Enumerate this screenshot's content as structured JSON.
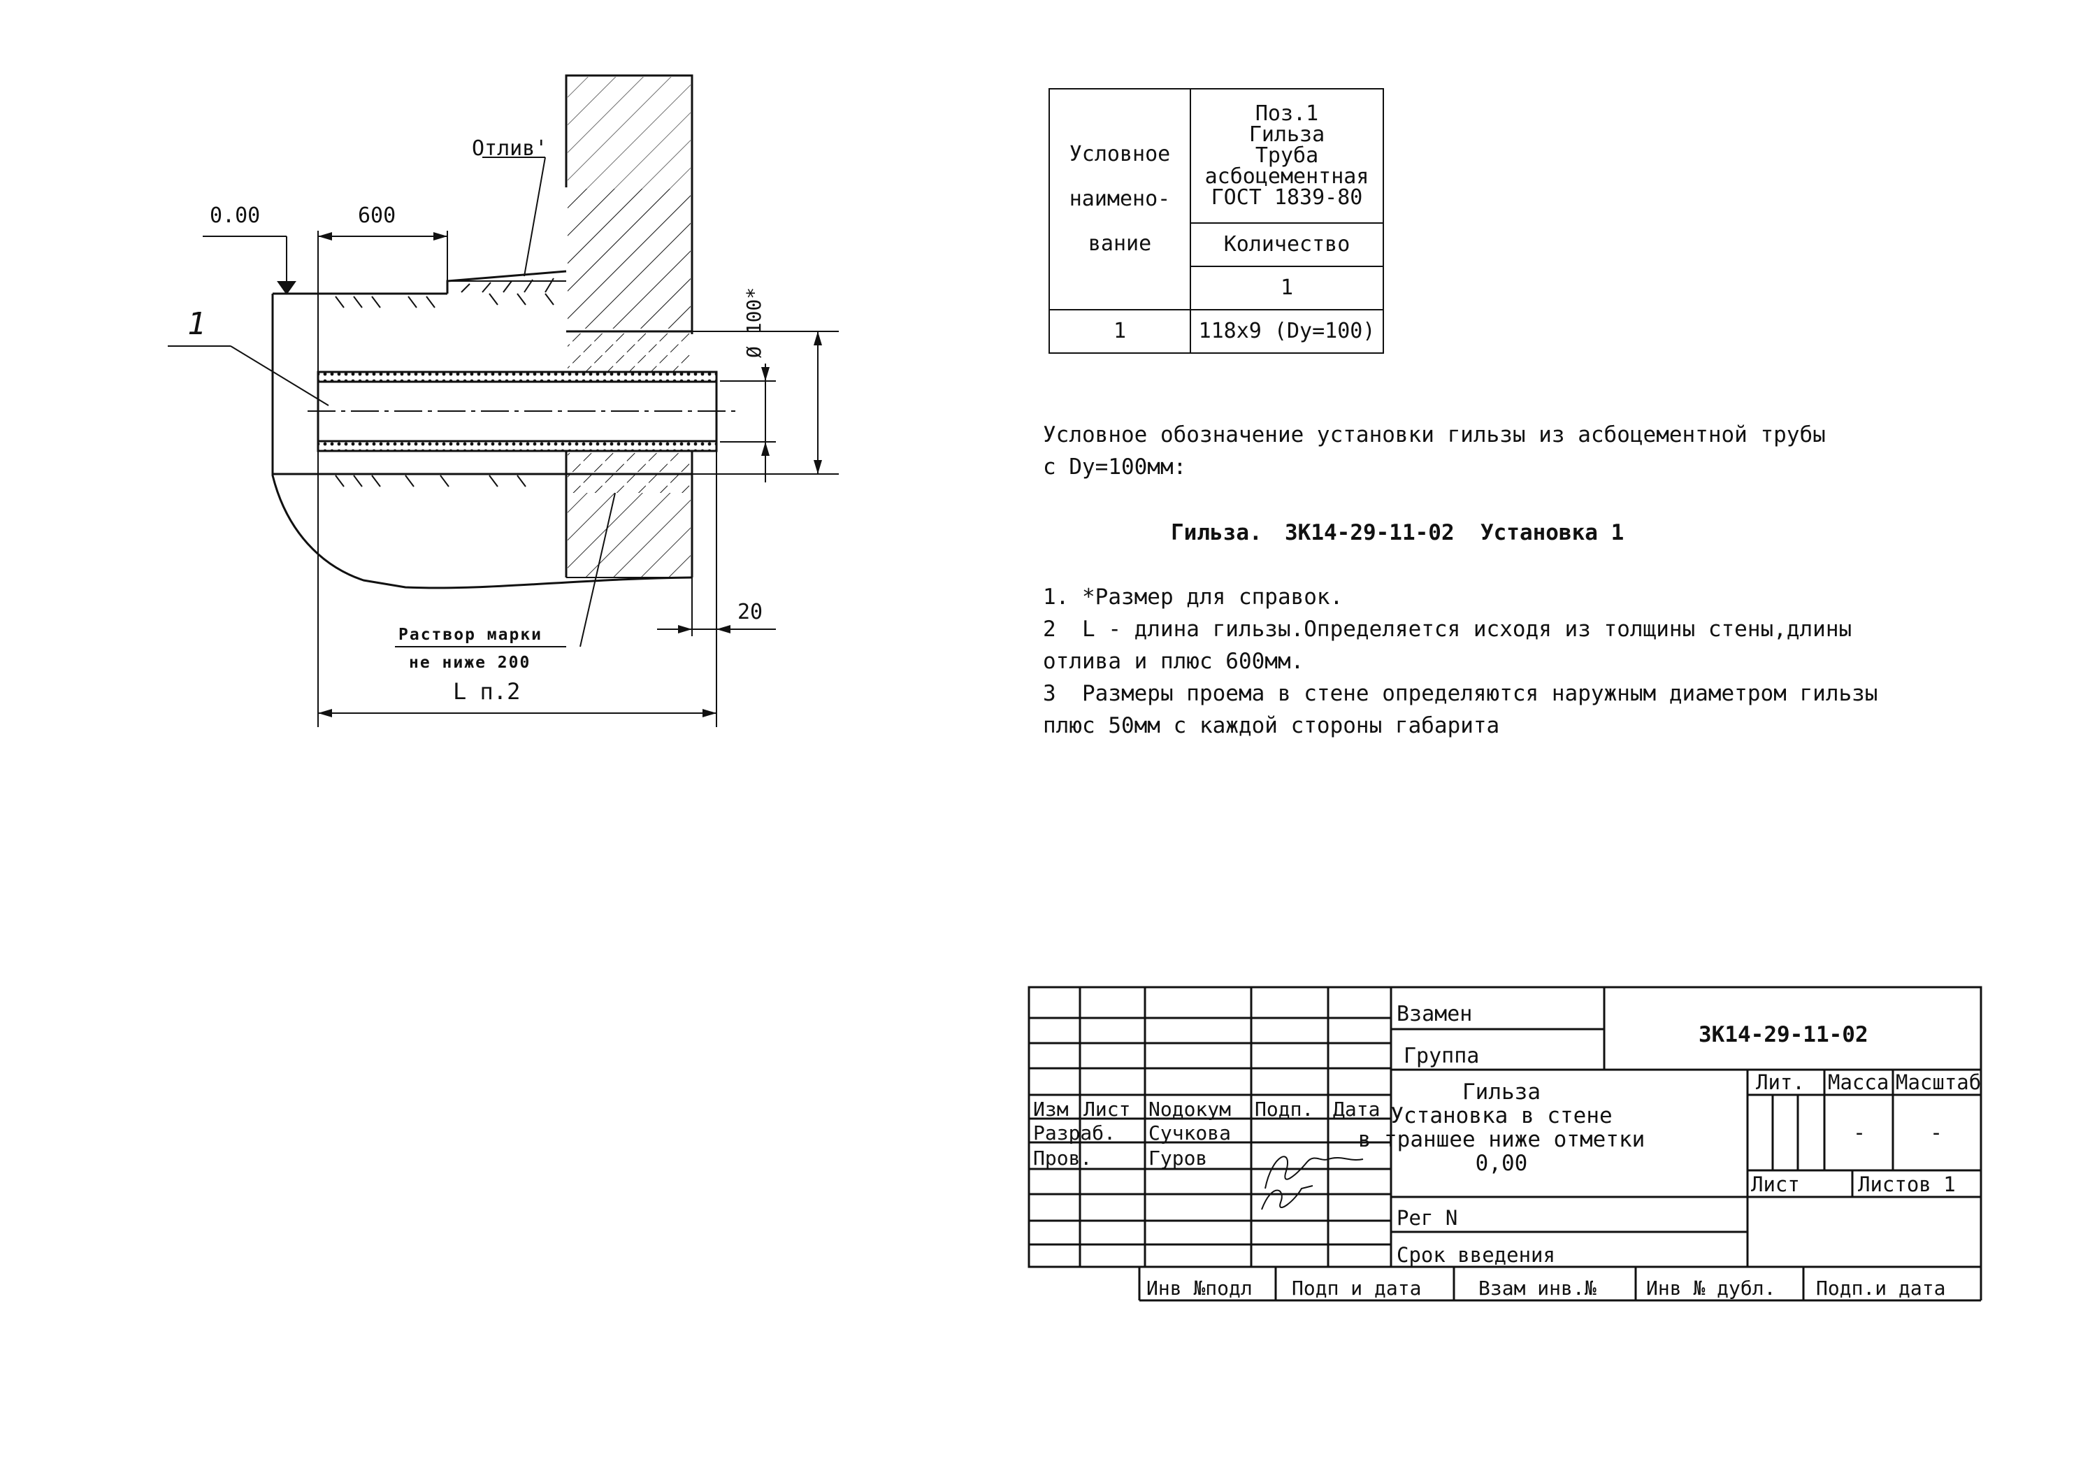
{
  "drawing": {
    "label_zero": "0.00",
    "dim_600": "600",
    "label_otliv": "Отлив'",
    "callout_1": "1",
    "dim_diam": "Ø 100*",
    "dim_20": "20",
    "mortar_line1": "Раствор марки",
    "mortar_line2": "не ниже 200",
    "dim_L": "L п.2"
  },
  "spec_table": {
    "col1_header": [
      "Условное",
      "наимено-",
      "вание"
    ],
    "col2_header": [
      "Поз.1",
      "Гильза",
      "Труба",
      "асбоцементная",
      "ГОСТ 1839-80"
    ],
    "quantity_label": "Количество",
    "quantity_value": "1",
    "row_name": "1",
    "row_value": "118x9 (Dy=100)"
  },
  "notes": {
    "designation_line1": "Условное обозначение установки гильзы из асбоцементной трубы",
    "designation_line2": "с Dy=100мм:",
    "designation_example_a": "Гильза.",
    "designation_example_b": "3К14-29-11-02  Установка 1",
    "note1": "1. *Размер для справок.",
    "note2_line1": "2  L - длина гильзы.Определяется исходя из толщины стены,длины",
    "note2_line2": "отлива и плюс 600мм.",
    "note3_line1": "3  Размеры проема в стене определяются наружным диаметром гильзы",
    "note3_line2": "плюс 50мм с каждой стороны габарита"
  },
  "title_block": {
    "vzamen": "Взамен",
    "gruppa": "Группа",
    "doc_code": "3К14-29-11-02",
    "title_lines": [
      "Гильза",
      "Установка в стене",
      "в траншее ниже отметки",
      "0,00"
    ],
    "lit_label": "Лит.",
    "massa_label": "Масса",
    "masshtab_label": "Масштаб",
    "massa_value": "-",
    "masshtab_value": "-",
    "list_label": "Лист",
    "listov_label": "Листов 1",
    "izm": "Изм",
    "list_col": "Лист",
    "nodokum": "Nодокум",
    "podp": "Подп.",
    "data": "Дата",
    "razrab_label": "Разраб.",
    "razrab_name": "Сучкова",
    "prov_label": "Пров.",
    "prov_name": "Гуров",
    "reg_n": "Рег N",
    "srok": "Срок введения",
    "inv_podl": "Инв №подл",
    "podp_data": "Подп и дата",
    "vzam_inv": "Взам инв.№",
    "inv_dubl": "Инв № дубл.",
    "podp_data2": "Подп.и дата"
  }
}
